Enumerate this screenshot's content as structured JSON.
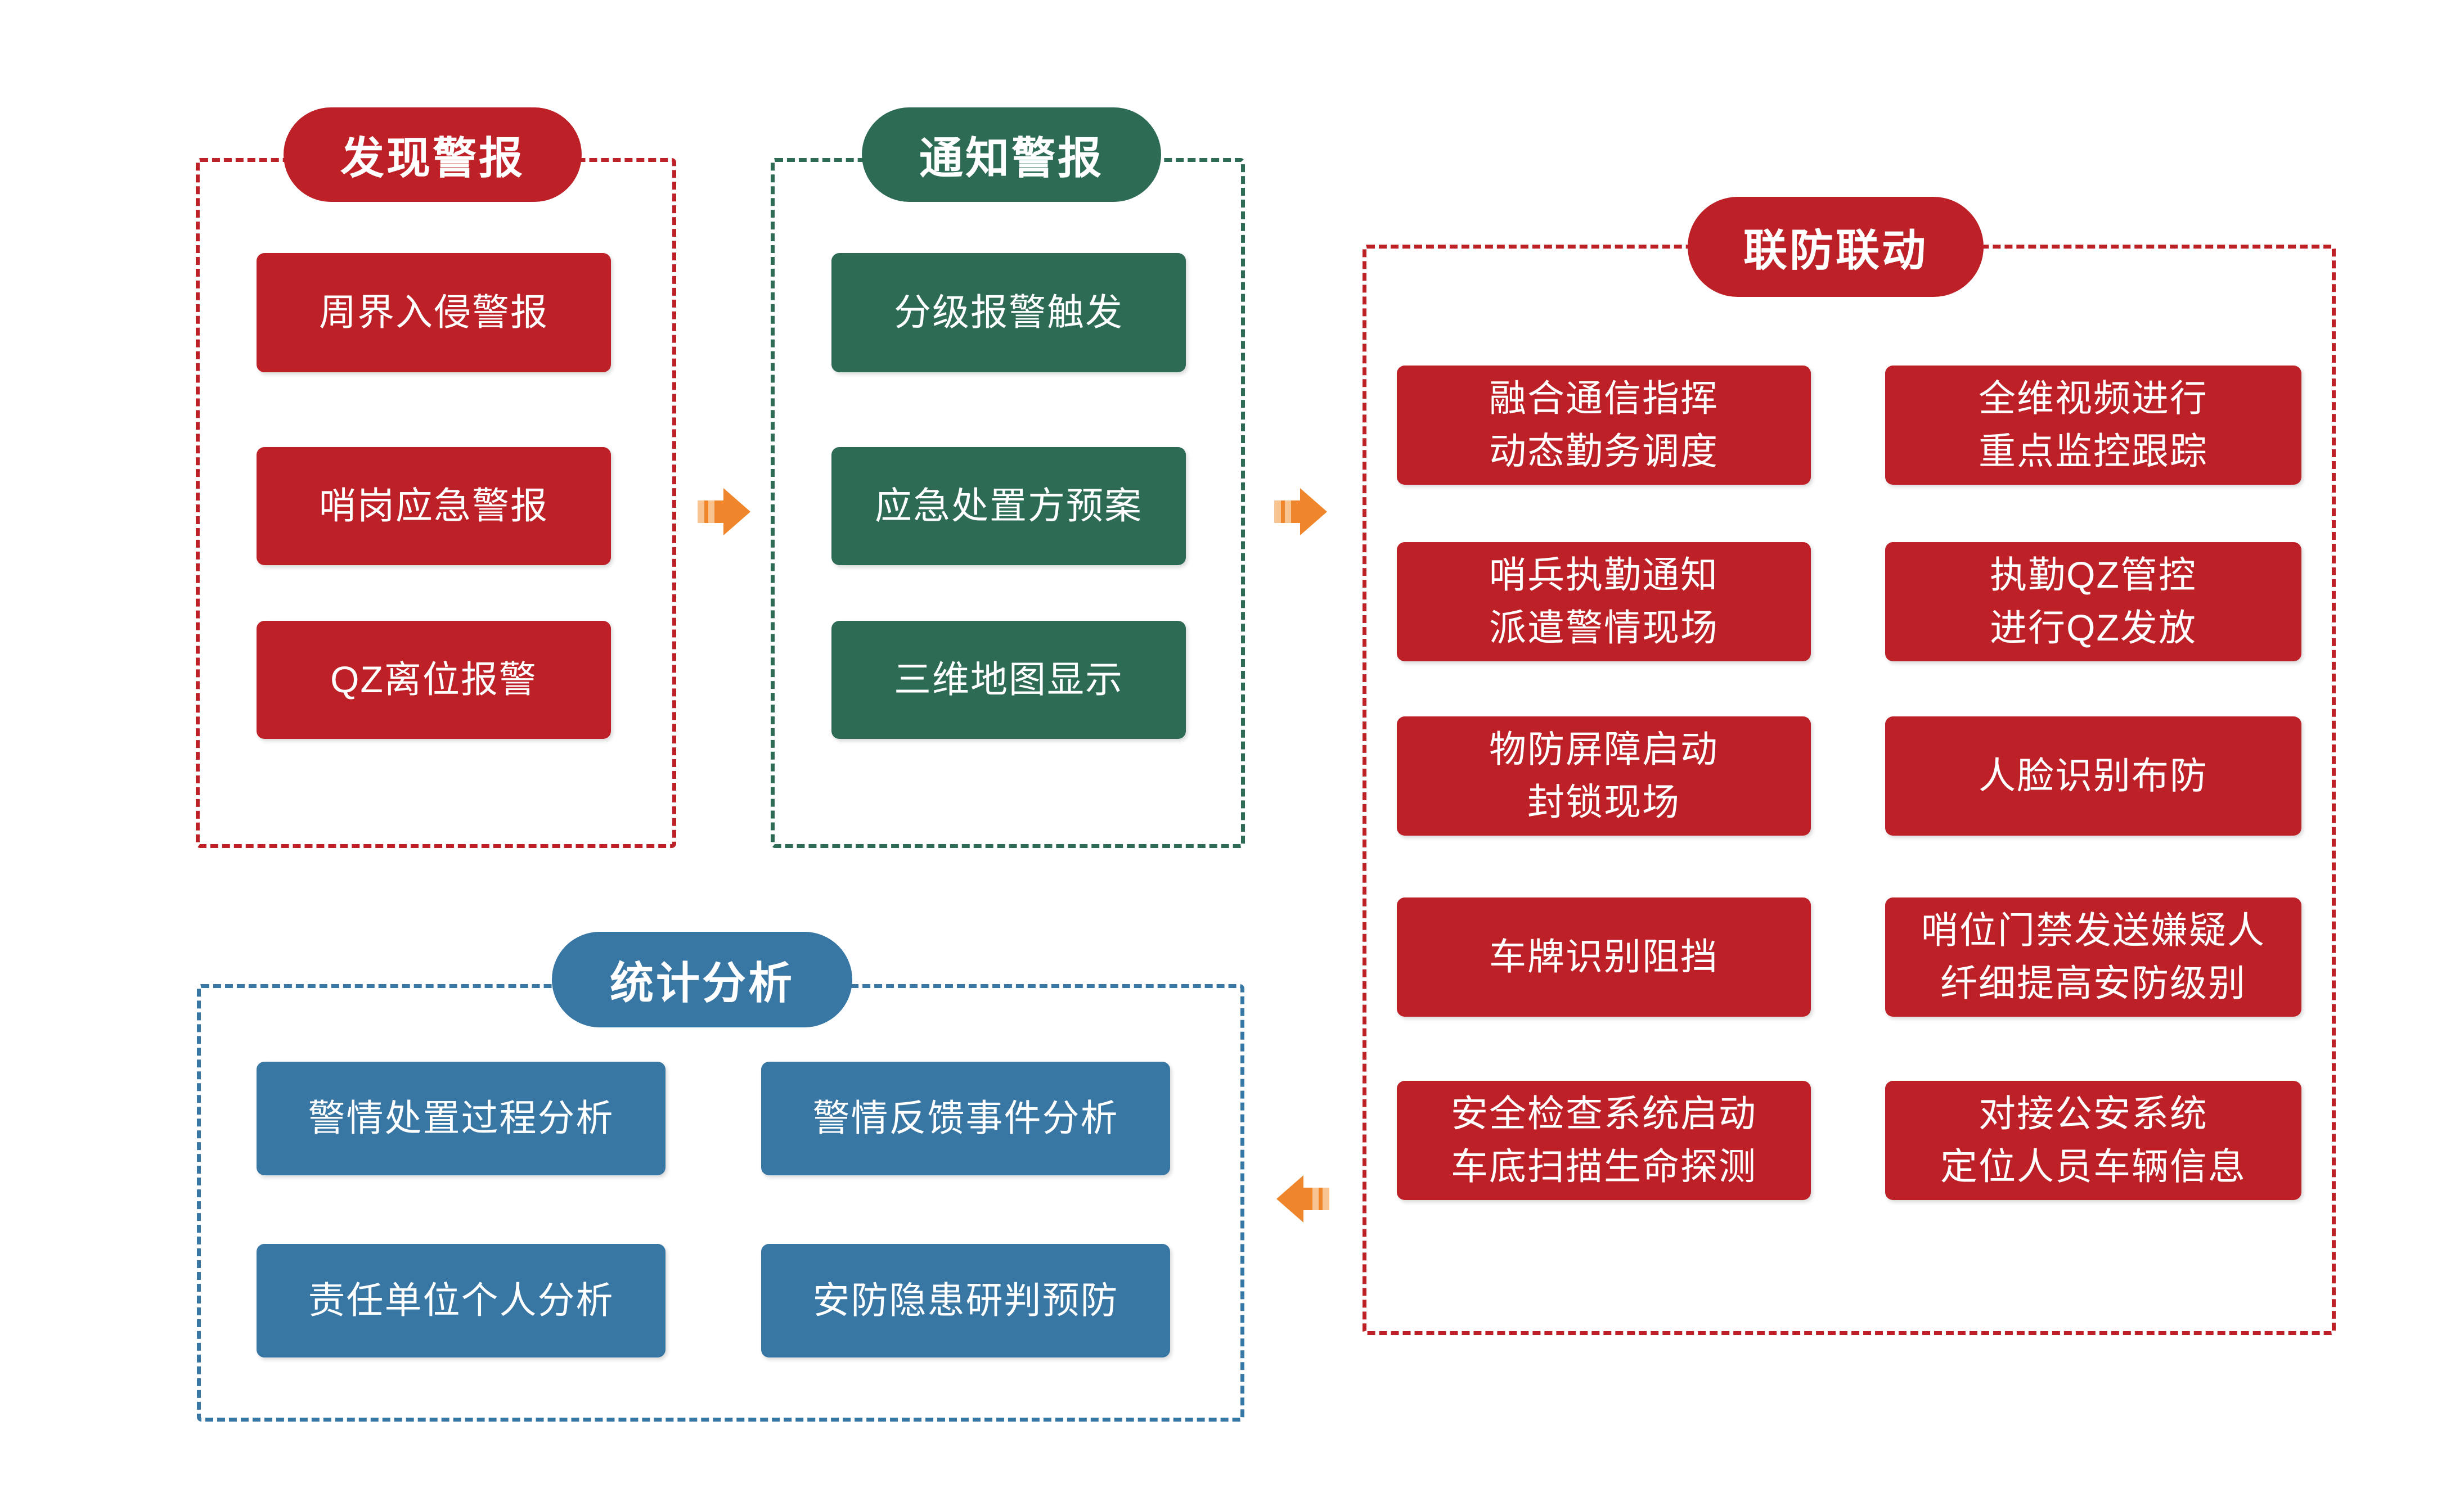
{
  "colors": {
    "red": "#BD2026",
    "green": "#2D6B55",
    "blue": "#3876A3",
    "arrow_orange": "#EF862B",
    "arrow_orange_light": "#F8C491",
    "text": "#FFFFFF",
    "background": "#FFFFFF"
  },
  "sections": {
    "discover": {
      "title": "发现警报",
      "items": [
        "周界入侵警报",
        "哨岗应急警报",
        "QZ离位报警"
      ]
    },
    "notify": {
      "title": "通知警报",
      "items": [
        "分级报警触发",
        "应急处置方预案",
        "三维地图显示"
      ]
    },
    "joint": {
      "title": "联防联动",
      "left_items": [
        "融合通信指挥\n动态勤务调度",
        "哨兵执勤通知\n派遣警情现场",
        "物防屏障启动\n封锁现场",
        "车牌识别阻挡",
        "安全检查系统启动\n车底扫描生命探测"
      ],
      "right_items": [
        "全维视频进行\n重点监控跟踪",
        "执勤QZ管控\n进行QZ发放",
        "人脸识别布防",
        "哨位门禁发送嫌疑人\n纤细提高安防级别",
        "对接公安系统\n定位人员车辆信息"
      ]
    },
    "stats": {
      "title": "统计分析",
      "left_items": [
        "警情处置过程分析",
        "责任单位个人分析"
      ],
      "right_items": [
        "警情反馈事件分析",
        "安防隐患研判预防"
      ]
    }
  }
}
